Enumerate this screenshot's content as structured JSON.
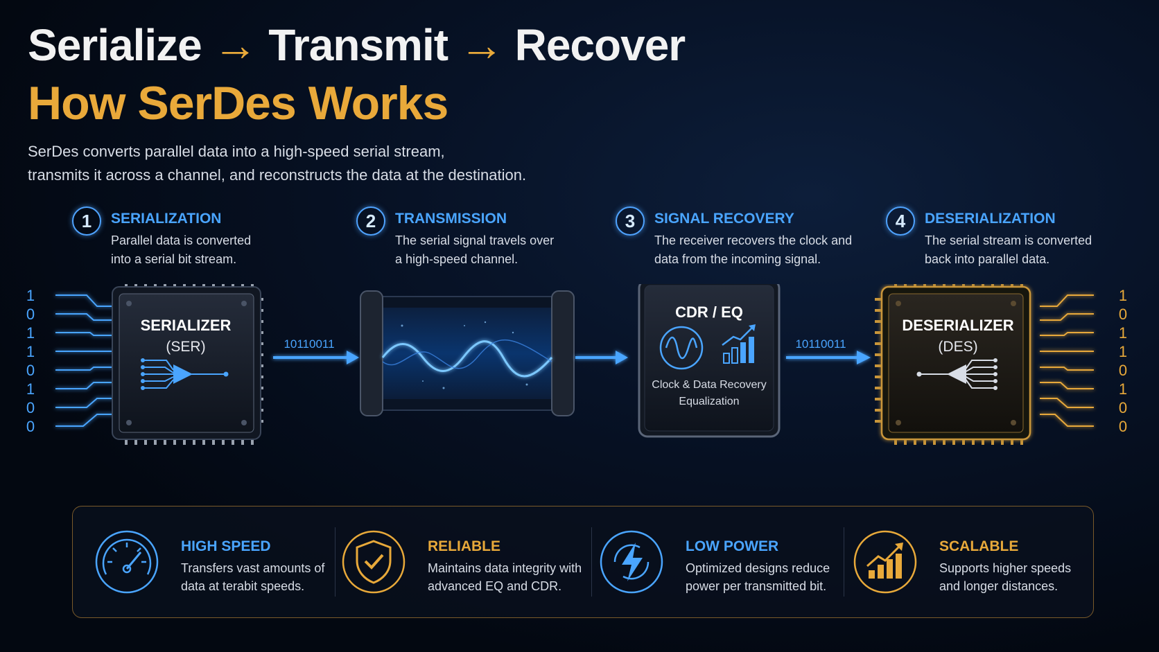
{
  "title": {
    "line1_a": "Serialize",
    "line1_arrow": "→",
    "line1_b": "Transmit",
    "line1_c": "Recover",
    "line2": "How SerDes Works"
  },
  "subtitle": {
    "line1": "SerDes converts parallel data into a high-speed serial stream,",
    "line2": "transmits it across a channel, and reconstructs the data at the destination."
  },
  "steps": [
    {
      "num": "1",
      "title": "SERIALIZATION",
      "desc": "Parallel data is converted into a serial bit stream."
    },
    {
      "num": "2",
      "title": "TRANSMISSION",
      "desc": "The serial signal travels over a high-speed channel."
    },
    {
      "num": "3",
      "title": "SIGNAL RECOVERY",
      "desc": "The receiver recovers the clock and data from the incoming signal."
    },
    {
      "num": "4",
      "title": "DESERIALIZATION",
      "desc": "The serial stream is converted back into parallel data."
    }
  ],
  "diagram": {
    "input_bits": [
      "1",
      "0",
      "1",
      "1",
      "0",
      "1",
      "0",
      "0"
    ],
    "output_bits": [
      "1",
      "0",
      "1",
      "1",
      "0",
      "1",
      "0",
      "0"
    ],
    "serializer_label": "SERIALIZER",
    "serializer_sub": "(SER)",
    "serial_stream_1": "10110011",
    "serial_stream_2": "10110011",
    "cdr_title": "CDR / EQ",
    "cdr_line1": "Clock & Data Recovery",
    "cdr_line2": "Equalization",
    "deserializer_label": "DESERIALIZER",
    "deserializer_sub": "(DES)"
  },
  "features": [
    {
      "title": "HIGH SPEED",
      "desc": "Transfers vast amounts of data at terabit speeds.",
      "icon": "speedometer-icon",
      "color": "#4aa5ff"
    },
    {
      "title": "RELIABLE",
      "desc": "Maintains data integrity with advanced EQ and CDR.",
      "icon": "shield-check-icon",
      "color": "#e8a93a"
    },
    {
      "title": "LOW POWER",
      "desc": "Optimized designs reduce power per transmitted bit.",
      "icon": "lightning-icon",
      "color": "#4aa5ff"
    },
    {
      "title": "SCALABLE",
      "desc": "Supports higher speeds and longer distances.",
      "icon": "growth-chart-icon",
      "color": "#e8a93a"
    }
  ],
  "colors": {
    "accent_blue": "#4aa5ff",
    "accent_gold": "#e8a93a",
    "background": "#050b18"
  }
}
